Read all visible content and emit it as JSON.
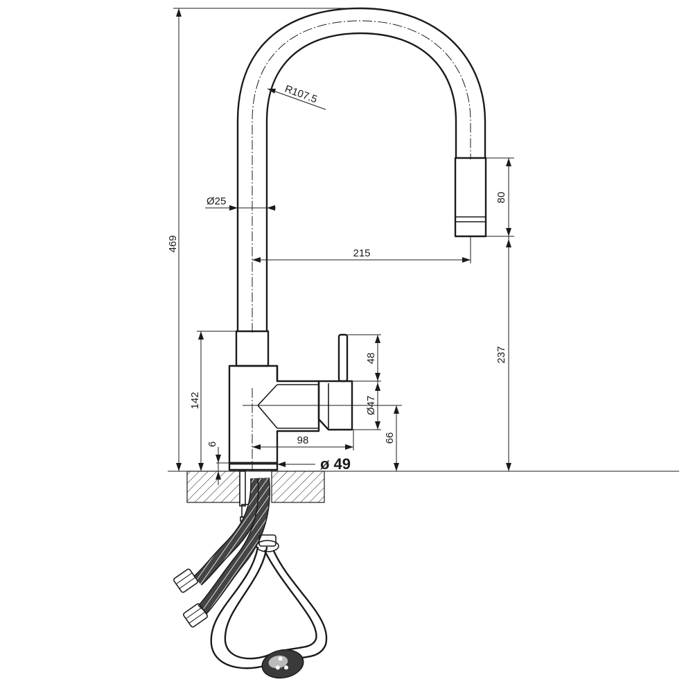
{
  "dimensions": {
    "overall_height": "469",
    "spout_radius": "R107.5",
    "spout_diameter": "Ø25",
    "spout_reach": "215",
    "spray_head_length": "80",
    "outlet_height": "237",
    "body_height": "142",
    "base_thickness": "6",
    "lever_length": "48",
    "lever_diameter": "Ø47",
    "body_depth": "98",
    "base_diameter": "ø 49",
    "lever_axis_height": "66"
  }
}
